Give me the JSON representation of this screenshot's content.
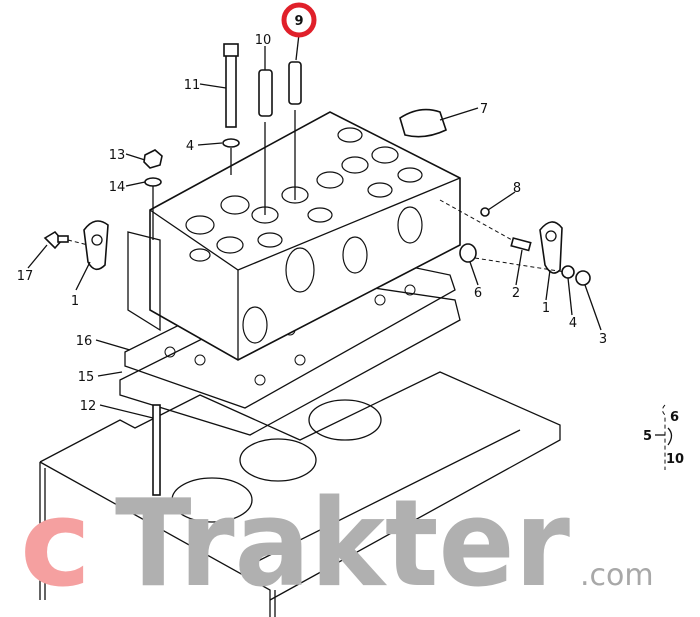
{
  "watermark": {
    "brand_letter": "c",
    "brand": "Trakter",
    "suffix": ".com",
    "letter_color": "#f5a0a0",
    "brand_color": "#a8a8a8"
  },
  "highlight": {
    "label": "9",
    "color": "#e0202a"
  },
  "callouts": {
    "c9": "9",
    "c10": "10",
    "c11": "11",
    "c4a": "4",
    "c13": "13",
    "c14": "14",
    "c17": "17",
    "c1a": "1",
    "c16": "16",
    "c15": "15",
    "c12": "12",
    "c7": "7",
    "c8": "8",
    "c6": "6",
    "c2": "2",
    "c1b": "1",
    "c4b": "4",
    "c3": "3"
  },
  "kit_legend": {
    "kit": "5",
    "from": "6",
    "to": "10"
  }
}
